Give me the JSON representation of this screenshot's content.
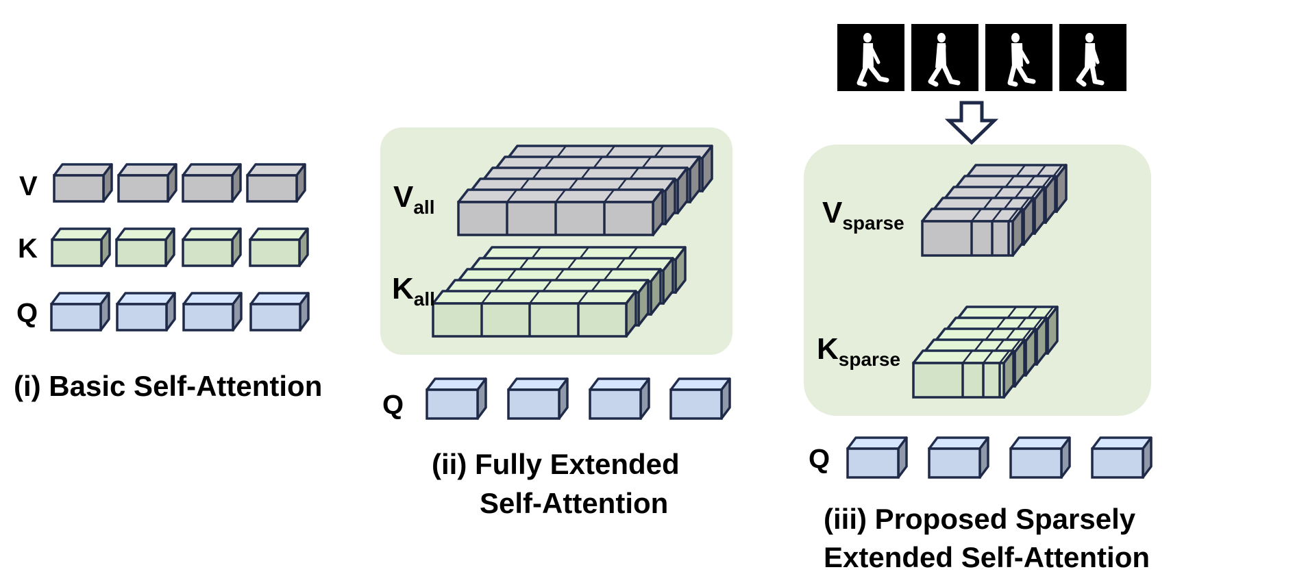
{
  "panel_basic": {
    "labels": {
      "v": "V",
      "k": "K",
      "q": "Q"
    },
    "caption": "(i) Basic Self-Attention"
  },
  "panel_full": {
    "v_label": {
      "main": "V",
      "sub": "all"
    },
    "k_label": {
      "main": "K",
      "sub": "all"
    },
    "q_label": "Q",
    "caption_line1": "(ii) Fully Extended",
    "caption_line2": "Self-Attention"
  },
  "panel_sparse": {
    "v_label": {
      "main": "V",
      "sub": "sparse"
    },
    "k_label": {
      "main": "K",
      "sub": "sparse"
    },
    "q_label": "Q",
    "caption_line1": "(iii) Proposed Sparsely",
    "caption_line2": "Extended Self-Attention"
  },
  "colors": {
    "value_block": "#c3c3c6",
    "key_block": "#d3e3c7",
    "query_block": "#c6d5ec",
    "outline": "#1f2a48",
    "panel_bg": "#e5eedb",
    "frame_bg": "#000000",
    "silhouette": "#ffffff"
  },
  "frames": {
    "count": 4,
    "content": "walking-person silhouette masks"
  }
}
